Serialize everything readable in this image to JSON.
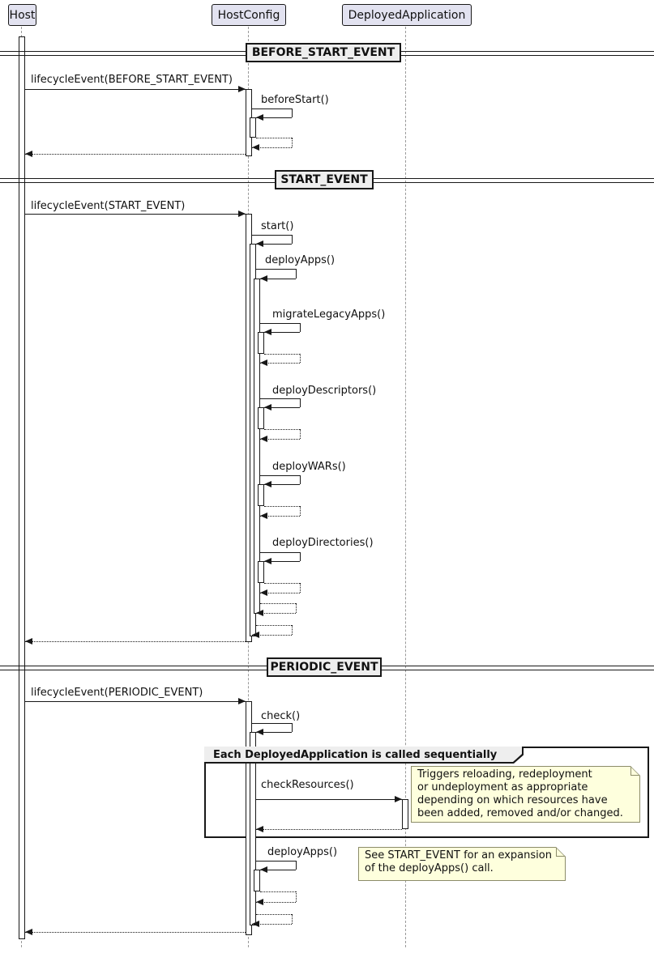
{
  "participants": [
    {
      "name": "Host"
    },
    {
      "name": "HostConfig"
    },
    {
      "name": "DeployedApplication"
    }
  ],
  "dividers": [
    {
      "label": "BEFORE_START_EVENT"
    },
    {
      "label": "START_EVENT"
    },
    {
      "label": "PERIODIC_EVENT"
    }
  ],
  "sections": {
    "before_start": {
      "lifecycle_msg": "lifecycleEvent(BEFORE_START_EVENT)",
      "before_start_msg": "beforeStart()"
    },
    "start": {
      "lifecycle_msg": "lifecycleEvent(START_EVENT)",
      "start_msg": "start()",
      "deploy_apps_msg": "deployApps()",
      "migrate_legacy_apps_msg": "migrateLegacyApps()",
      "deploy_descriptors_msg": "deployDescriptors()",
      "deploy_wars_msg": "deployWARs()",
      "deploy_directories_msg": "deployDirectories()"
    },
    "periodic": {
      "lifecycle_msg": "lifecycleEvent(PERIODIC_EVENT)",
      "check_msg": "check()",
      "group_title": "Each DeployedApplication is called sequentially",
      "check_resources_msg": "checkResources()",
      "check_resources_note": "Triggers reloading, redeployment\nor undeployment as appropriate\ndepending on which resources have\nbeen added, removed and/or changed.",
      "deploy_apps_msg": "deployApps()",
      "deploy_apps_note": "See START_EVENT for an expansion\nof the deployApps() call."
    }
  },
  "colors": {
    "participant_fill": "#E2E2F0",
    "participant_border": "#181818",
    "divider_fill": "#EEEEEE",
    "group_header_fill": "#EEEEEE",
    "note_fill": "#FEFFDD",
    "note_border": "#8C8C69",
    "line": "#181818",
    "lifeline": "#9A9A9A",
    "background": "#FFFFFF"
  }
}
